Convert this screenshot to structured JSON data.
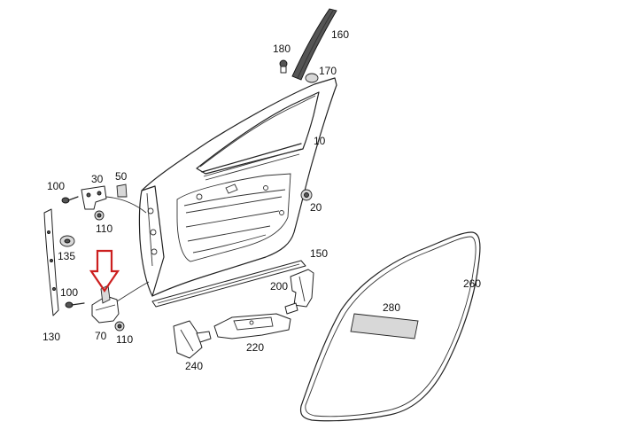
{
  "diagram": {
    "labels": {
      "p10": "10",
      "p20": "20",
      "p30": "30",
      "p50": "50",
      "p70": "70",
      "p100a": "100",
      "p100b": "100",
      "p110a": "110",
      "p110b": "110",
      "p130": "130",
      "p135": "135",
      "p150": "150",
      "p160": "160",
      "p170": "170",
      "p180": "180",
      "p200": "200",
      "p220": "220",
      "p240": "240",
      "p260": "260",
      "p280": "280"
    },
    "highlight": {
      "part": "70",
      "color": "#cc1f1f"
    },
    "colors": {
      "line": "#222222",
      "background": "#ffffff"
    }
  }
}
